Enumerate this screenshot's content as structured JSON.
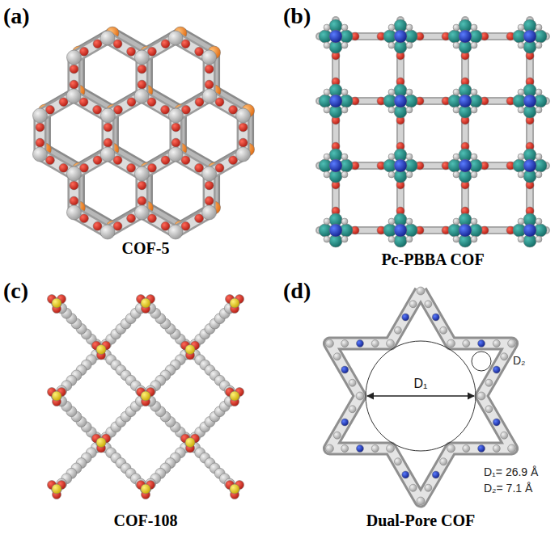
{
  "diagram": {
    "labels": [
      "(a)",
      "(b)",
      "COF-5",
      "Pc-PBBA COF",
      "(c)",
      "(d)",
      "D₁",
      "D₂",
      "D₁= 26.9 Å",
      "D₂= 7.1 Å",
      "COF-108",
      "Dual-Pore COF"
    ]
  }
}
